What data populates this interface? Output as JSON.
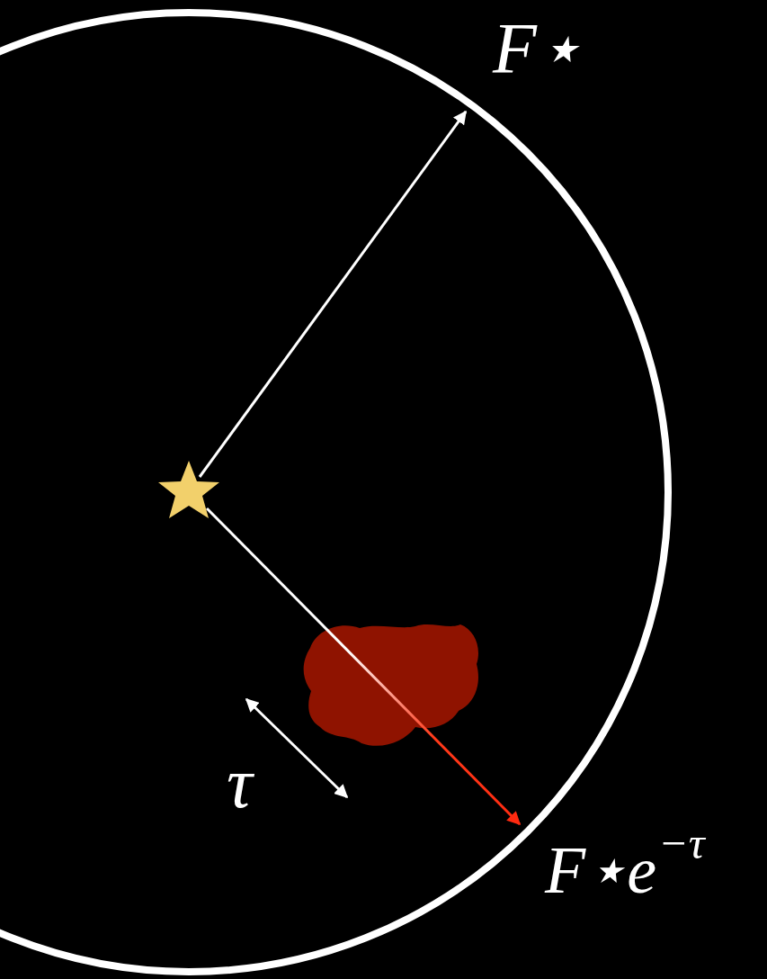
{
  "diagram": {
    "labels": [
      "F⋆",
      "τ",
      "F⋆e",
      "−τ"
    ]
  }
}
